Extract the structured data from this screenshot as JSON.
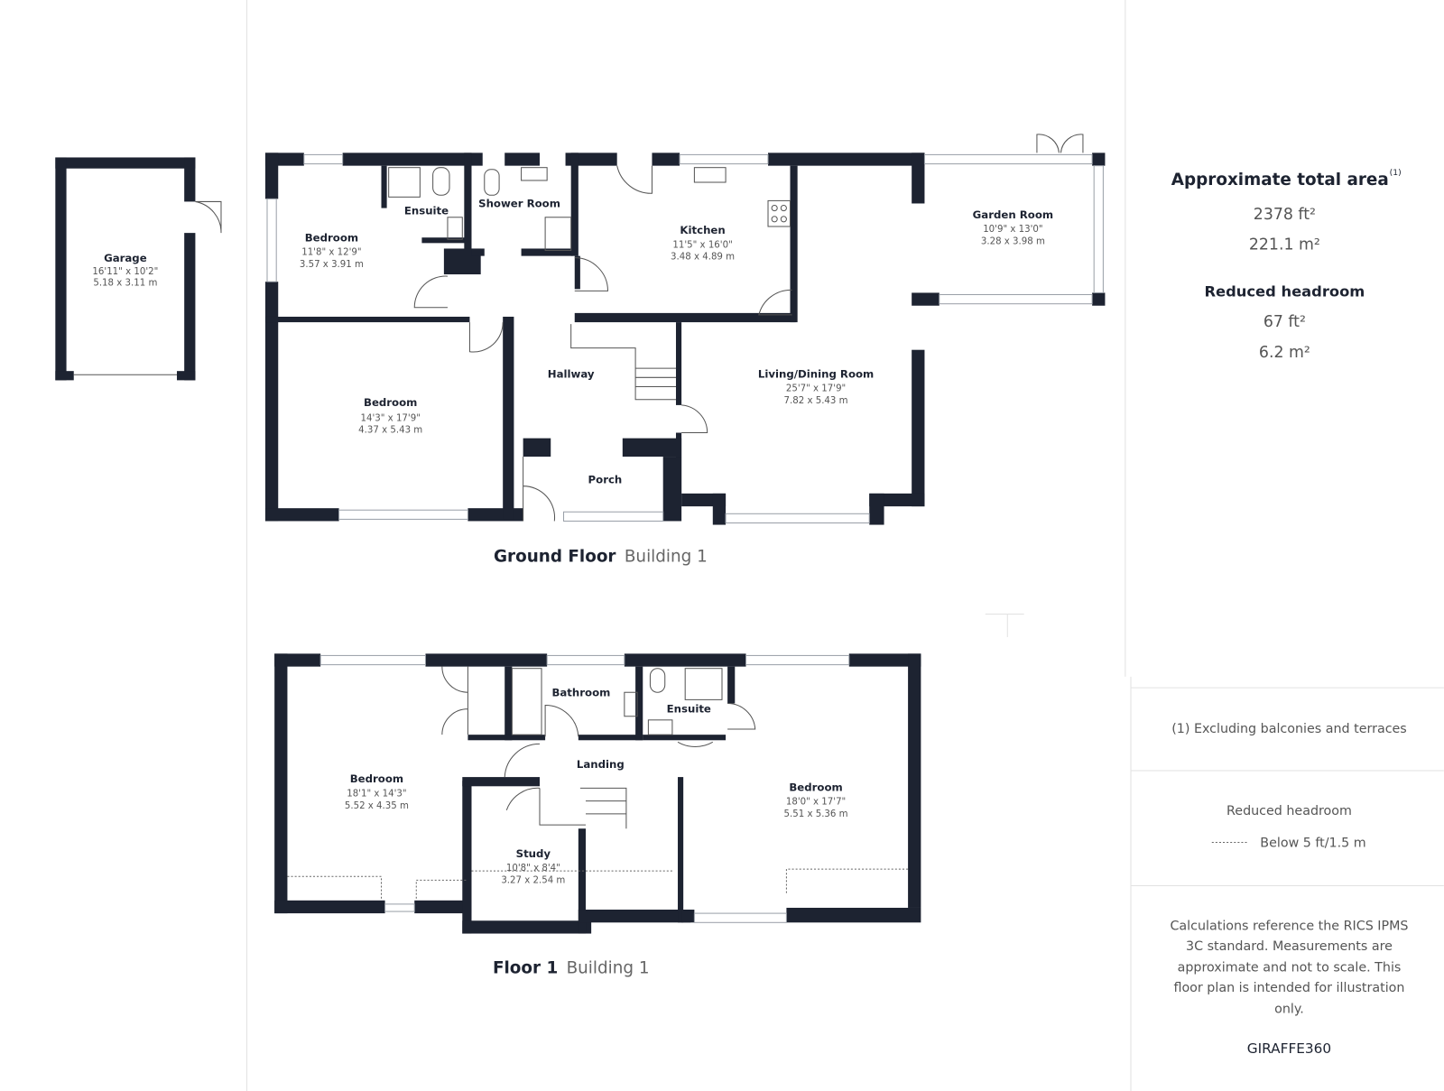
{
  "garage": {
    "name": "Garage",
    "imperial": "16'11\" x 10'2\"",
    "metric": "5.18 x 3.11 m"
  },
  "ground_floor": {
    "title": "Ground Floor",
    "building": "Building 1",
    "rooms": [
      {
        "name": "Bedroom",
        "imperial": "11'8\" x 12'9\"",
        "metric": "3.57 x 3.91 m"
      },
      {
        "name": "Ensuite"
      },
      {
        "name": "Shower Room"
      },
      {
        "name": "Kitchen",
        "imperial": "11'5\" x 16'0\"",
        "metric": "3.48 x 4.89 m"
      },
      {
        "name": "Garden Room",
        "imperial": "10'9\" x 13'0\"",
        "metric": "3.28 x 3.98 m"
      },
      {
        "name": "Bedroom",
        "imperial": "14'3\" x 17'9\"",
        "metric": "4.37 x 5.43 m"
      },
      {
        "name": "Hallway"
      },
      {
        "name": "Living/Dining Room",
        "imperial": "25'7\" x 17'9\"",
        "metric": "7.82 x 5.43 m"
      },
      {
        "name": "Porch"
      }
    ]
  },
  "floor_1": {
    "title": "Floor 1",
    "building": "Building 1",
    "rooms": [
      {
        "name": "Bathroom"
      },
      {
        "name": "Ensuite"
      },
      {
        "name": "Landing"
      },
      {
        "name": "Bedroom",
        "imperial": "18'1\" x 14'3\"",
        "metric": "5.52 x 4.35 m"
      },
      {
        "name": "Bedroom",
        "imperial": "18'0\" x 17'7\"",
        "metric": "5.51 x 5.36 m"
      },
      {
        "name": "Study",
        "imperial": "10'8\" x 8'4\"",
        "metric": "3.27 x 2.54 m"
      }
    ]
  },
  "panel": {
    "total_heading": "Approximate total area",
    "total_sup": "(1)",
    "total_ft": "2378 ft²",
    "total_m": "221.1 m²",
    "reduced_heading": "Reduced headroom",
    "reduced_ft": "67 ft²",
    "reduced_m": "6.2 m²",
    "footnote": "(1) Excluding balconies and terraces",
    "legend_title": "Reduced headroom",
    "legend_item": "Below 5 ft/1.5 m",
    "disclaimer": [
      "Calculations reference the RICS IPMS",
      "3C standard. Measurements are",
      "approximate and not to scale. This",
      "floor plan is intended for illustration",
      "only."
    ],
    "brand": "GIRAFFE360"
  },
  "colors": {
    "wall": "#1d2331"
  }
}
